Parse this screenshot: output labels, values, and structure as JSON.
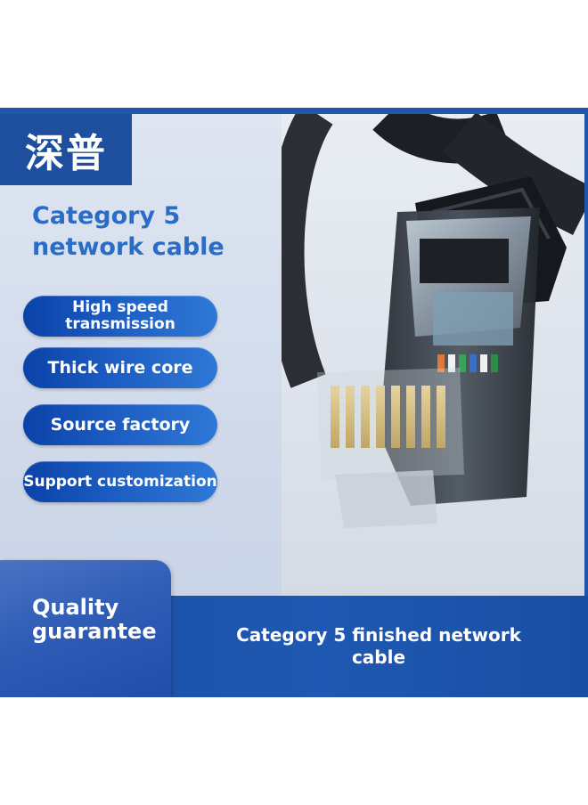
{
  "brand": "深普",
  "headline": "Category 5 network cable",
  "features": [
    "High speed transmission",
    "Thick wire core",
    "Source factory",
    "Support customization"
  ],
  "badge": "Quality guarantee",
  "caption": "Category 5 finished network cable",
  "colors": {
    "brand_blue": "#1e4f9e",
    "headline_blue": "#2a6cc6",
    "pill_blue": "#1c5cc2",
    "background": "#dfe6f2"
  },
  "icons": [
    "rj45-connector-photo"
  ]
}
